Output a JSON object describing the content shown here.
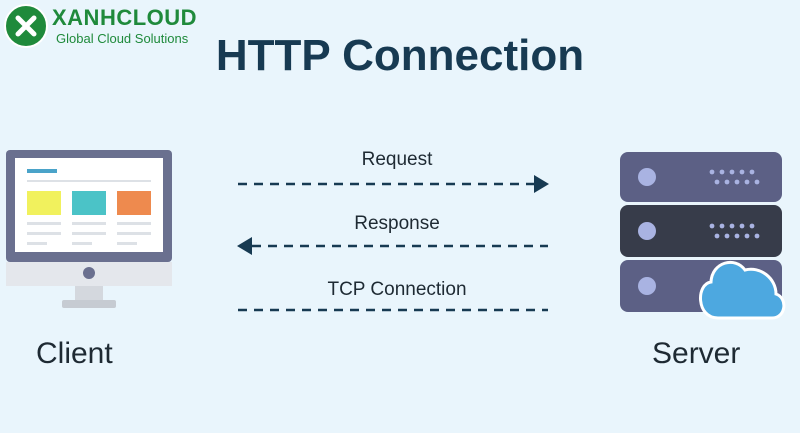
{
  "brand": {
    "name": "XANHCLOUD",
    "tagline": "Global Cloud Solutions",
    "badge_letter": "X"
  },
  "diagram": {
    "title": "HTTP Connection",
    "client_label": "Client",
    "server_label": "Server",
    "connections": [
      {
        "label": "Request",
        "direction": "to-server"
      },
      {
        "label": "Response",
        "direction": "to-client"
      },
      {
        "label": "TCP Connection",
        "direction": "none"
      }
    ]
  },
  "colors": {
    "background": "#e9f5fc",
    "title": "#173a52",
    "brand_green": "#1f8a3b",
    "monitor_frame": "#6a708f",
    "server_unit": "#5c6085",
    "server_unit_dark": "#373c4a",
    "cloud": "#4da8e0"
  }
}
